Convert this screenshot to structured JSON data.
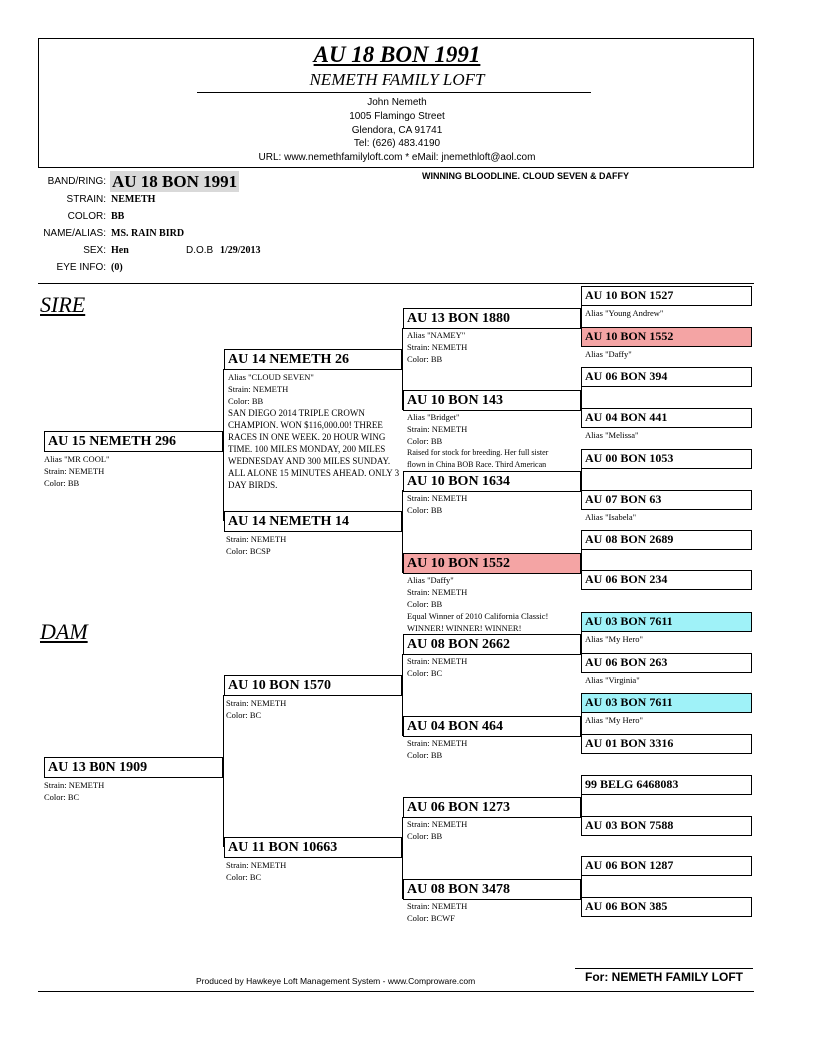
{
  "header": {
    "title": "AU 18 BON 1991",
    "loft": "NEMETH FAMILY LOFT",
    "owner": "John Nemeth",
    "street": "1005 Flamingo Street",
    "city": "Glendora, CA 91741",
    "tel": "Tel: (626) 483.4190",
    "url": "URL: www.nemethfamilyloft.com * eMail: jnemethloft@aol.com"
  },
  "bird": {
    "band_label": "BAND/RING:",
    "band": "AU 18 BON 1991",
    "strain_label": "STRAIN:",
    "strain": "NEMETH",
    "color_label": "COLOR:",
    "color": "BB",
    "name_label": "NAME/ALIAS:",
    "name": "MS. RAIN BIRD",
    "sex_label": "SEX:",
    "sex": "Hen",
    "dob_label": "D.O.B",
    "dob": "1/29/2013",
    "eye_label": "EYE INFO:",
    "eye": "(0)",
    "note": "WINNING BLOODLINE. CLOUD SEVEN & DAFFY"
  },
  "sections": {
    "sire": "SIRE",
    "dam": "DAM"
  },
  "sire": {
    "band": "AU 15 NEMETH 296",
    "info": [
      "Alias \"MR COOL\"",
      "Strain: NEMETH",
      "Color: BB"
    ]
  },
  "dam": {
    "band": "AU 13 B0N 1909",
    "info": [
      "Strain: NEMETH",
      "Color: BC"
    ]
  },
  "gen2": [
    {
      "band": "AU 14 NEMETH 26",
      "info": [
        "Alias \"CLOUD SEVEN\"",
        "Strain: NEMETH",
        "Color: BB"
      ],
      "notes": "SAN DIEGO 2014 TRIPLE CROWN CHAMPION. WON $116,000.00! THREE RACES IN ONE WEEK. 20 HOUR WING TIME. 100 MILES MONDAY, 200 MILES WEDNESDAY AND 300 MILES SUNDAY. ALL ALONE 15 MINUTES AHEAD. ONLY 3 DAY BIRDS."
    },
    {
      "band": "AU 14 NEMETH 14",
      "info": [
        "Strain: NEMETH",
        "Color: BCSP"
      ]
    },
    {
      "band": "AU 10 BON 1570",
      "info": [
        "Strain: NEMETH",
        "Color: BC"
      ]
    },
    {
      "band": "AU 11 BON 10663",
      "info": [
        "Strain: NEMETH",
        "Color: BC"
      ]
    }
  ],
  "gen3": [
    {
      "band": "AU 13 BON 1880",
      "info": [
        "Alias \"NAMEY\"",
        "Strain: NEMETH",
        "Color: BB"
      ]
    },
    {
      "band": "AU 10 BON 143",
      "info": [
        "Alias \"Bridget\"",
        "Strain: NEMETH",
        "Color: BB",
        "Raised for stock for breeding. Her full sister",
        "flown in China BOB Race. Third American"
      ]
    },
    {
      "band": "AU 10 BON 1634",
      "info": [
        "Strain: NEMETH",
        "Color: BB"
      ]
    },
    {
      "band": "AU 10 BON 1552",
      "info": [
        "Alias \"Daffy\"",
        "Strain: NEMETH",
        "Color: BB",
        "Equal Winner of 2010 California Classic!",
        "WINNER! WINNER! WINNER!"
      ]
    },
    {
      "band": "AU 08 BON 2662",
      "info": [
        "Strain: NEMETH",
        "Color: BC"
      ]
    },
    {
      "band": "AU 04 BON 464",
      "info": [
        "Strain: NEMETH",
        "Color: BB"
      ]
    },
    {
      "band": "AU 06 BON 1273",
      "info": [
        "Strain: NEMETH",
        "Color: BB"
      ]
    },
    {
      "band": "AU 08 BON 3478",
      "info": [
        "Strain: NEMETH",
        "Color: BCWF"
      ]
    }
  ],
  "gen4": [
    {
      "band": "AU 10 BON 1527",
      "alias": "Alias \"Young Andrew\""
    },
    {
      "band": "AU 10 BON 1552",
      "alias": "Alias \"Daffy\""
    },
    {
      "band": "AU 06 BON 394",
      "alias": ""
    },
    {
      "band": "AU 04 BON 441",
      "alias": "Alias \"Melissa\""
    },
    {
      "band": "AU 00 BON 1053",
      "alias": ""
    },
    {
      "band": "AU 07 BON 63",
      "alias": "Alias \"Isabela\""
    },
    {
      "band": "AU 08 BON 2689",
      "alias": ""
    },
    {
      "band": "AU 06 BON 234",
      "alias": ""
    },
    {
      "band": "AU 03 BON 7611",
      "alias": "Alias \"My Hero\""
    },
    {
      "band": "AU 06 BON 263",
      "alias": "Alias \"Virginia\""
    },
    {
      "band": "AU 03 BON 7611",
      "alias": "Alias \"My Hero\""
    },
    {
      "band": "AU 01 BON 3316",
      "alias": ""
    },
    {
      "band": "99 BELG 6468083",
      "alias": ""
    },
    {
      "band": "AU 03 BON 7588",
      "alias": ""
    },
    {
      "band": "AU 06 BON 1287",
      "alias": ""
    },
    {
      "band": "AU 06 BON 385",
      "alias": ""
    }
  ],
  "colors": {
    "highlight_pink": "#f4a4a4",
    "highlight_cyan": "#9ff2f8",
    "band_bg": "#d9d9d9"
  },
  "footer": {
    "produced": "Produced by Hawkeye Loft Management System - www.Comproware.com",
    "for": "For: NEMETH FAMILY LOFT"
  }
}
